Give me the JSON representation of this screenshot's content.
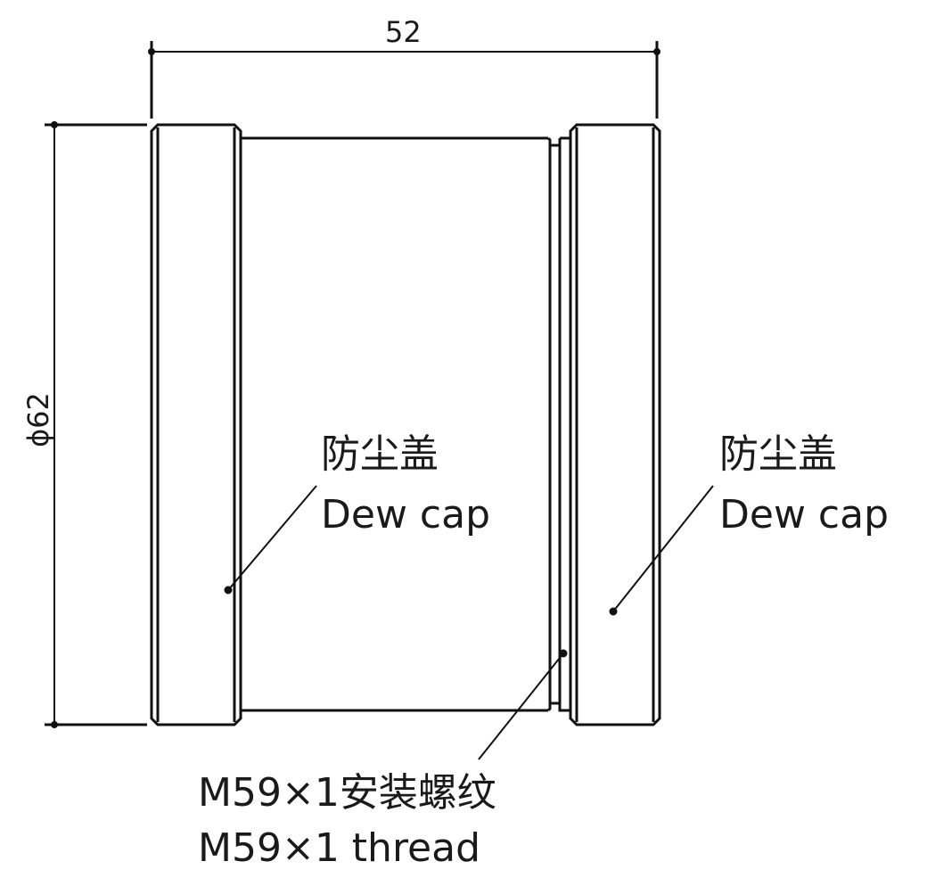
{
  "dimensions": {
    "length": "52",
    "diameter": "ϕ62"
  },
  "labels": {
    "left_cap": {
      "zh": "防尘盖",
      "en": "Dew cap"
    },
    "right_cap": {
      "zh": "防尘盖",
      "en": "Dew cap"
    },
    "thread": {
      "zh": "M59×1安装螺纹",
      "en": "M59×1 thread"
    }
  },
  "colors": {
    "line": "#111111",
    "background": "#ffffff"
  }
}
